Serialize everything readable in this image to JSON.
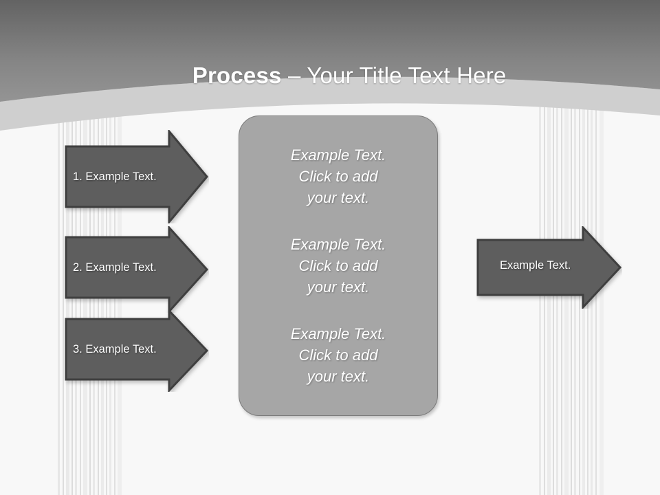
{
  "slide": {
    "background_color": "#f8f8f8",
    "header": {
      "band_color_top": "#636363",
      "band_color_bottom": "#949494",
      "accent_band_color": "#cfcfcf",
      "title_prefix": "Process",
      "title_separator": " – ",
      "title_rest": "Your Title Text Here",
      "title_full": "Process – Your Title Text Here",
      "title_color": "#ffffff"
    },
    "steps": [
      {
        "label": "1. Example Text."
      },
      {
        "label": "2. Example Text."
      },
      {
        "label": "3. Example Text."
      }
    ],
    "center_panel": {
      "fill_color": "#a6a6a6",
      "border_color": "#7b7b7b",
      "blocks": [
        "Example Text.\nClick  to add\nyour text.",
        "Example Text.\nClick  to add\nyour text.",
        "Example Text.\nClick  to add\nyour text."
      ]
    },
    "result_arrow": {
      "label": "Example Text."
    },
    "shape_colors": {
      "arrow_fill": "#5e5e5e",
      "arrow_stroke": "#3f3f3f",
      "stripe_color": "#d8d8d8"
    }
  }
}
